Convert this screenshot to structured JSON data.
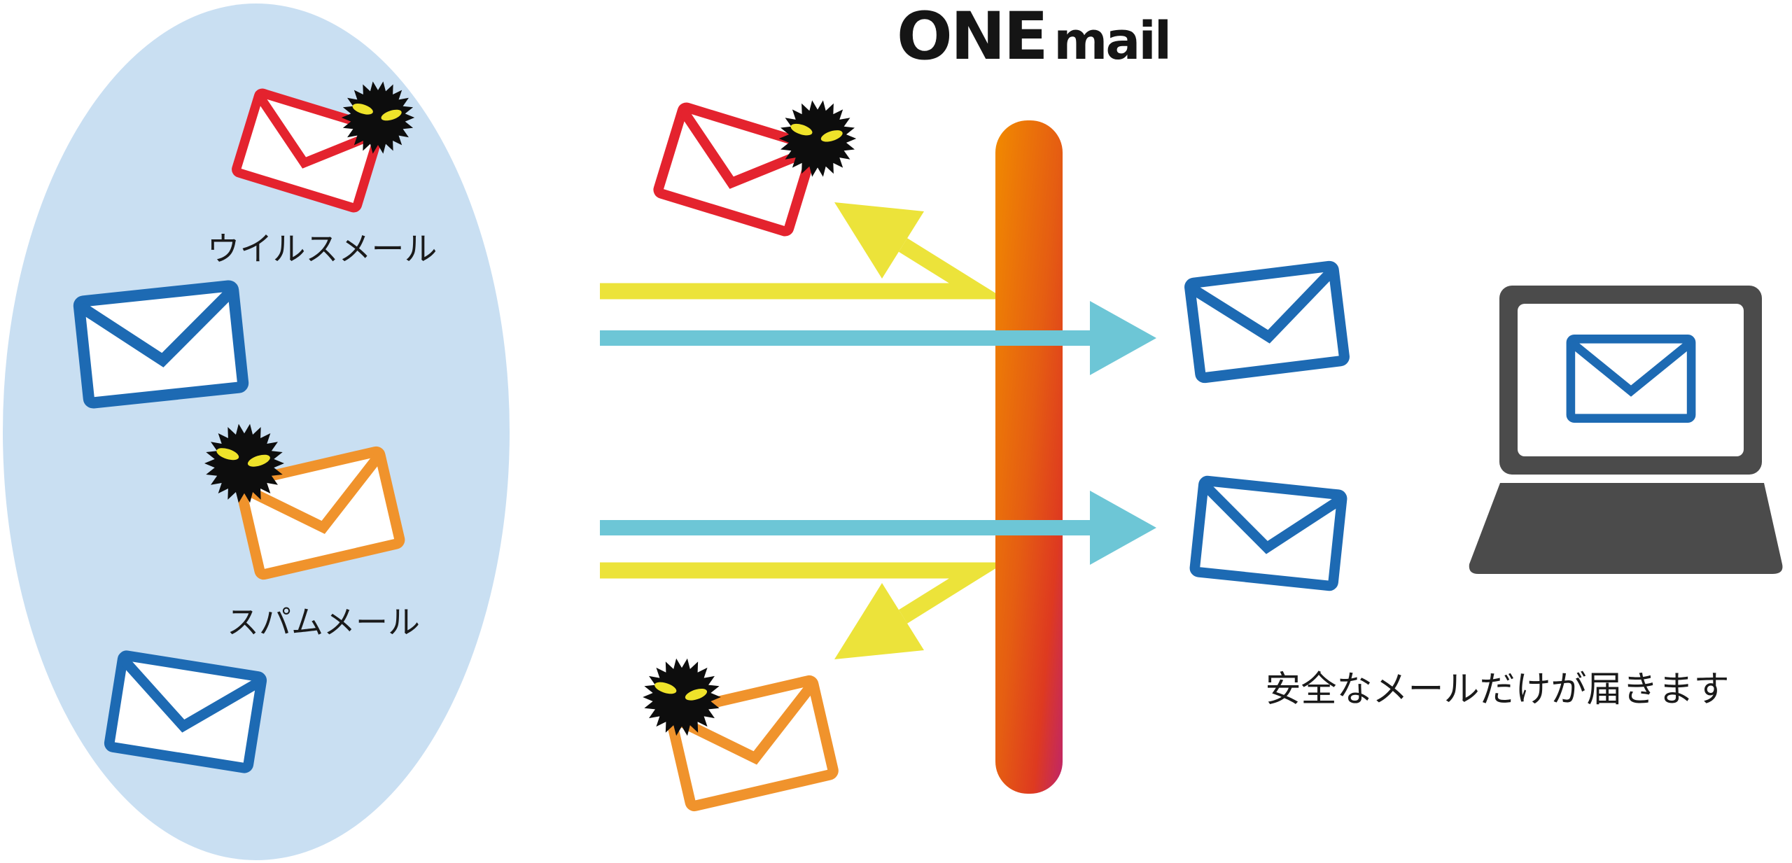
{
  "logo": {
    "one": "ONE",
    "mail": "mail"
  },
  "source": {
    "virus_mail_label": "ウイルスメール",
    "spam_mail_label": "スパムメール"
  },
  "delivered": {
    "caption": "安全なメールだけが届きます"
  },
  "icons": {
    "virus": "black-spiky-ball-with-angry-yellow-eyes",
    "envelope": "outlined-mail-envelope",
    "filter_bar": "vertical-orange-gradient-pill",
    "laptop": "dark-gray-laptop",
    "bounce_arrow": "bent-yellow-return-arrow",
    "pass_arrow": "straight-cyan-right-arrow"
  },
  "colors": {
    "ellipse_bg": "#c9dff2",
    "envelope_red": "#e4232e",
    "envelope_orange": "#f0932c",
    "envelope_blue": "#1d6ab3",
    "arrow_yellow": "#ece33a",
    "arrow_cyan": "#6dc6d6",
    "bar_top": "#f18a00",
    "bar_mid": "#e55d12",
    "bar_deep": "#de3a20",
    "bar_bottom": "#bf2569",
    "laptop_gray": "#4b4b4b",
    "laptop_screen": "#ffffff",
    "virus_black": "#0d0d0d",
    "virus_eye": "#efe32a",
    "text": "#1a1a1a",
    "logo_black": "#151515"
  }
}
